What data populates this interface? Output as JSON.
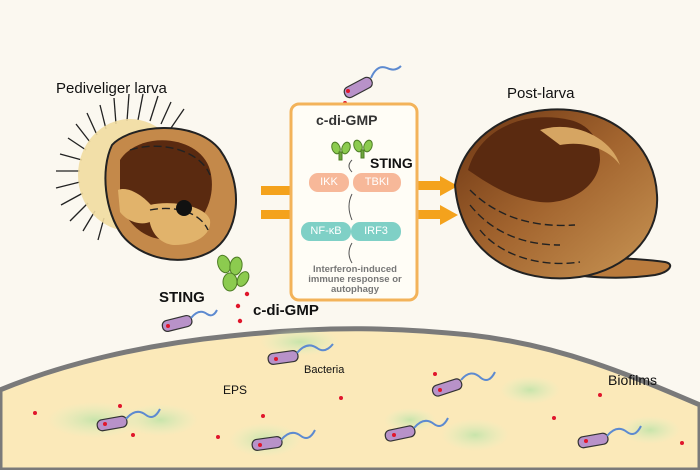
{
  "labels": {
    "larva": "Pediveliger larva",
    "post_larva": "Post-larva",
    "sting_outer": "STING",
    "cdigmp_outer": "c-di-GMP",
    "eps": "EPS",
    "bacteria": "Bacteria",
    "biofilms": "Biofilms"
  },
  "pathway": {
    "cdigmp": "c-di-GMP",
    "sting": "STING",
    "ikk": "IKK",
    "tbk": "TBKI",
    "nfkb": "NF-κB",
    "irf3": "IRF3",
    "response": "Interferon-induced immune response or autophagy"
  },
  "colors": {
    "box_border": "#f3b35a",
    "arrow": "#f4a21c",
    "biofilm": "#fbe9b9",
    "shell_dark": "#5a2a10",
    "shell_light": "#c9904e",
    "sting_green": "#8ccb4f",
    "pill_orange": "#f7b899",
    "pill_teal": "#7fd0c6",
    "dot_red": "#e0162b"
  }
}
